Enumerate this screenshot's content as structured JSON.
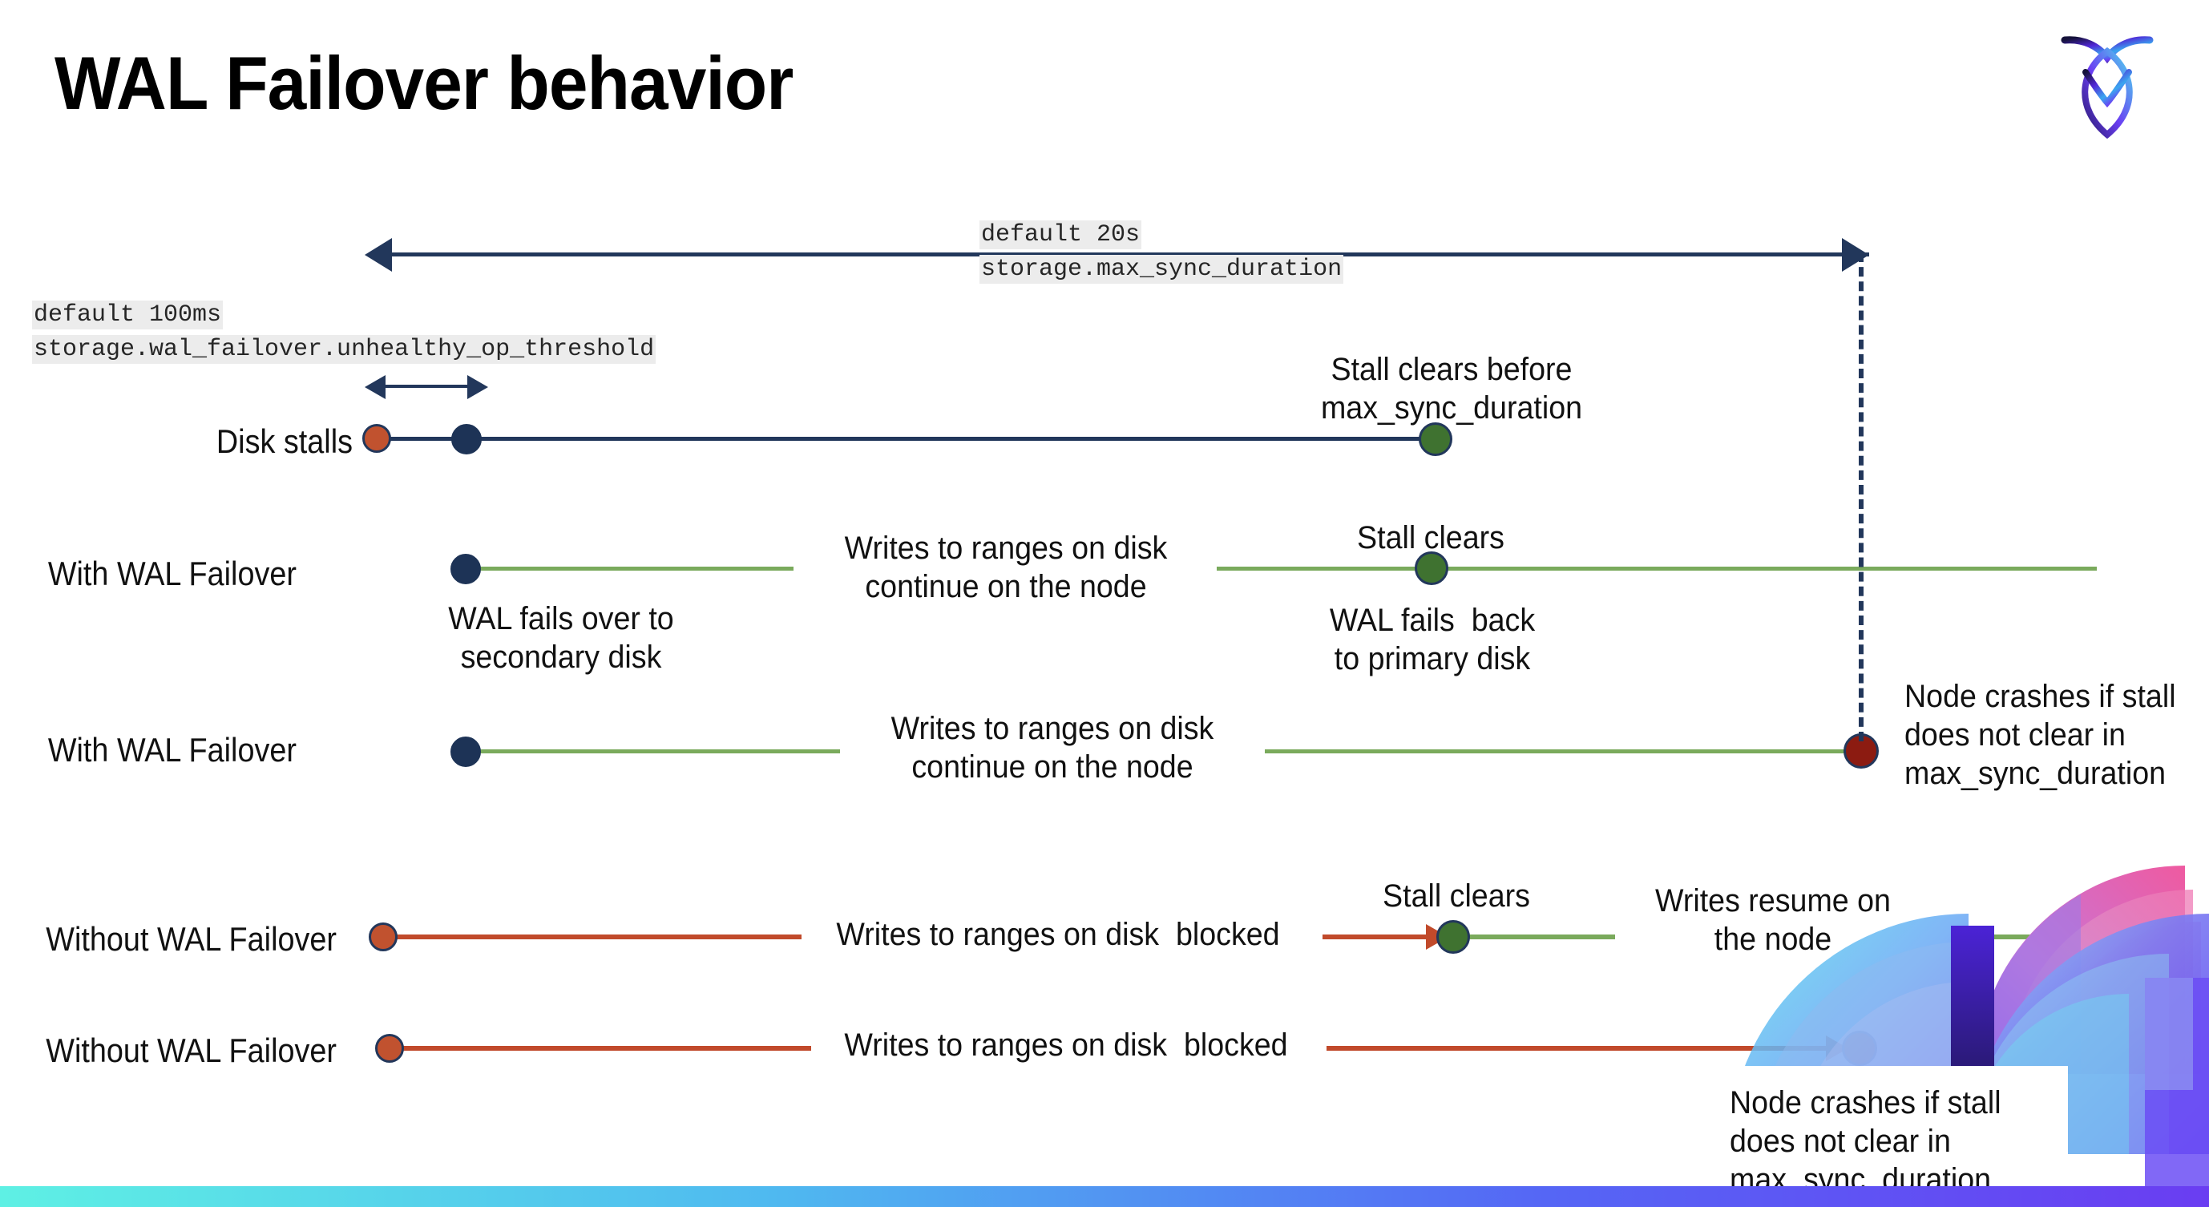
{
  "slide": {
    "title": "WAL Failover behavior",
    "logo_icon": "cockroachdb-logo-icon",
    "bottom_bar_colors": [
      "#5ef0e4",
      "#4fb9f0",
      "#5566f5",
      "#6a3df2"
    ]
  },
  "settings": {
    "max_sync_duration": {
      "default_line": "default 20s",
      "name_line": "storage.max_sync_duration"
    },
    "unhealthy_op_threshold": {
      "default_line": "default 100ms",
      "name_line": "storage.wal_failover.unhealthy_op_threshold"
    }
  },
  "rows": [
    {
      "id": "disk-stalls",
      "label": "Disk stalls",
      "line_color": "#22375b",
      "markers": [
        "stall-start-red-dot",
        "failover-navy-dot",
        "stall-clear-green-dot"
      ],
      "annotations": [
        {
          "id": "stall-clears-before",
          "text": "Stall clears before\nmax_sync_duration"
        }
      ]
    },
    {
      "id": "with-wal-failover-1",
      "label": "With WAL Failover",
      "line_color": "#7aaa5c",
      "markers": [
        "failover-navy-dot",
        "stall-clear-green-dot"
      ],
      "annotations": [
        {
          "id": "writes-continue-1",
          "text": "Writes to ranges on disk\ncontinue on the node"
        },
        {
          "id": "wal-fails-over",
          "text": "WAL fails over to\nsecondary disk"
        },
        {
          "id": "stall-clears-1",
          "text": "Stall clears"
        },
        {
          "id": "wal-fails-back",
          "text": "WAL fails  back\nto primary disk"
        }
      ]
    },
    {
      "id": "with-wal-failover-2",
      "label": "With WAL Failover",
      "line_color": "#7aaa5c",
      "markers": [
        "failover-navy-dot",
        "node-crash-crimson-dot"
      ],
      "annotations": [
        {
          "id": "writes-continue-2",
          "text": "Writes to ranges on disk\ncontinue on the node"
        },
        {
          "id": "node-crashes-1",
          "text": "Node crashes if stall\ndoes not clear in\nmax_sync_duration"
        }
      ]
    },
    {
      "id": "without-wal-failover-1",
      "label": "Without WAL Failover",
      "line_color": "#c14a2b",
      "markers": [
        "stall-start-red-dot",
        "stall-clear-green-dot"
      ],
      "annotations": [
        {
          "id": "writes-blocked-1",
          "text": "Writes to ranges on disk  blocked"
        },
        {
          "id": "stall-clears-2",
          "text": "Stall clears"
        },
        {
          "id": "writes-resume",
          "text": "Writes resume on\nthe node"
        }
      ]
    },
    {
      "id": "without-wal-failover-2",
      "label": "Without WAL Failover",
      "line_color": "#c14a2b",
      "markers": [
        "stall-start-red-dot",
        "node-crash-crimson-dot"
      ],
      "annotations": [
        {
          "id": "writes-blocked-2",
          "text": "Writes to ranges on disk  blocked"
        },
        {
          "id": "node-crashes-2",
          "text": "Node crashes if stall\ndoes not clear in\nmax_sync_duration"
        }
      ]
    }
  ],
  "text": {
    "stall_clears_before": "Stall clears before\nmax_sync_duration",
    "writes_continue": "Writes to ranges on disk\ncontinue on the node",
    "wal_fails_over": "WAL fails over to\nsecondary disk",
    "stall_clears": "Stall clears",
    "wal_fails_back": "WAL fails  back\nto primary disk",
    "node_crashes": "Node crashes if stall\ndoes not clear in\nmax_sync_duration",
    "writes_blocked": "Writes to ranges on disk  blocked",
    "writes_resume": "Writes resume on\nthe node"
  },
  "palette": {
    "navy": "#22375b",
    "green_line": "#7aaa5c",
    "green_dot": "#3f7230",
    "red_line": "#c14a2b",
    "red_dot": "#c1522f",
    "crimson_dot": "#8c1b11",
    "code_bg": "#ececec"
  }
}
